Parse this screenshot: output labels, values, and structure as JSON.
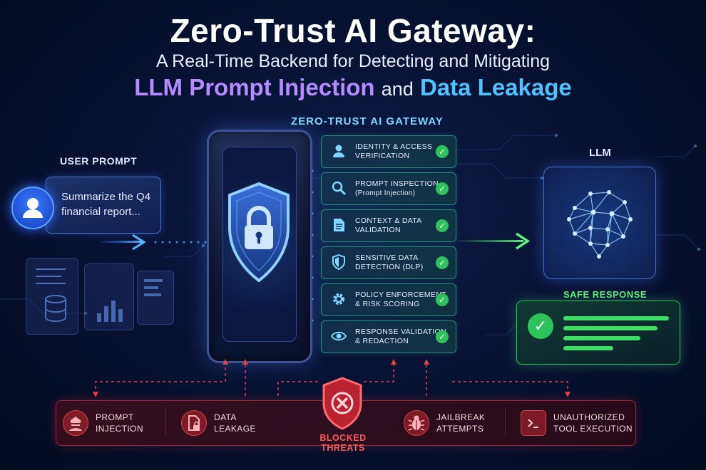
{
  "title": {
    "line1": "Zero-Trust AI Gateway:",
    "line2": "A Real-Time Backend for Detecting and Mitigating",
    "line3_part1": "LLM Prompt Injection",
    "line3_part2": "and",
    "line3_part3": "Data Leakage"
  },
  "user": {
    "title": "USER PROMPT",
    "prompt_line1": "Summarize the Q4",
    "prompt_line2": "financial report...",
    "icon": "user-avatar-icon"
  },
  "gateway": {
    "title": "ZERO-TRUST AI GATEWAY",
    "steps": [
      {
        "line1": "IDENTITY & ACCESS",
        "line2": "VERIFICATION",
        "icon": "user-icon"
      },
      {
        "line1": "PROMPT INSPECTION",
        "line2": "(Prompt Injection)",
        "icon": "magnifier-icon"
      },
      {
        "line1": "CONTEXT & DATA",
        "line2": "VALIDATION",
        "icon": "document-icon"
      },
      {
        "line1": "SENSITIVE DATA",
        "line2": "DETECTION (DLP)",
        "icon": "shield-icon"
      },
      {
        "line1": "POLICY ENFORCEMENT",
        "line2": "& RISK SCORING",
        "icon": "gear-icon"
      },
      {
        "line1": "RESPONSE VALIDATION",
        "line2": "& REDACTION",
        "icon": "eye-icon"
      }
    ],
    "check_mark": "✓"
  },
  "llm": {
    "title": "LLM",
    "icon": "brain-network-icon",
    "safe_response": "SAFE RESPONSE"
  },
  "threats": {
    "label": "BLOCKED THREATS",
    "items": [
      {
        "line1": "PROMPT",
        "line2": "INJECTION",
        "icon": "hacker-icon"
      },
      {
        "line1": "DATA",
        "line2": "LEAKAGE",
        "icon": "locked-document-icon"
      },
      {
        "line1": "JAILBREAK",
        "line2": "ATTEMPTS",
        "icon": "bug-icon"
      },
      {
        "line1": "UNAUTHORIZED",
        "line2": "TOOL EXECUTION",
        "icon": "terminal-icon"
      }
    ]
  },
  "colors": {
    "accent_blue": "#4fc3ff",
    "accent_purple": "#b58cff",
    "safe_green": "#2ec35a",
    "threat_red": "#ff5a5f"
  }
}
